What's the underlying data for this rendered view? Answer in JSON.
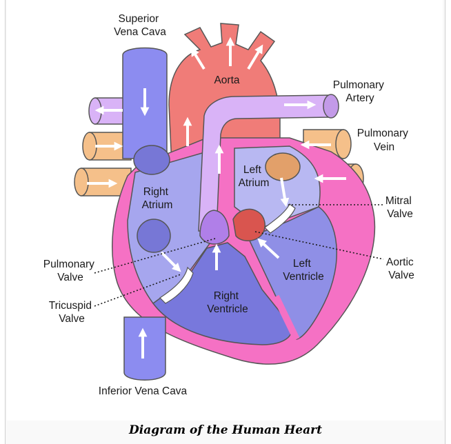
{
  "caption": "Diagram of the Human Heart",
  "labels": {
    "superior_vena_cava": [
      "Superior",
      "Vena Cava"
    ],
    "aorta": "Aorta",
    "pulmonary_artery": [
      "Pulmonary",
      "Artery"
    ],
    "pulmonary_vein": [
      "Pulmonary",
      "Vein"
    ],
    "left_atrium": [
      "Left",
      "Atrium"
    ],
    "right_atrium": [
      "Right",
      "Atrium"
    ],
    "mitral_valve": [
      "Mitral",
      "Valve"
    ],
    "pulmonary_valve": [
      "Pulmonary",
      "Valve"
    ],
    "aortic_valve": [
      "Aortic",
      "Valve"
    ],
    "left_ventricle": [
      "Left",
      "Ventricle"
    ],
    "tricuspid_valve": [
      "Tricuspid",
      "Valve"
    ],
    "right_ventricle": [
      "Right",
      "Ventricle"
    ],
    "inferior_vena_cava": "Inferior Vena Cava"
  },
  "colors": {
    "vena_cava": "#8c8cf0",
    "aorta": "#f07c78",
    "pulmonary_artery": "#d9b3f7",
    "pulmonary_vein": "#f5c08a",
    "heart_wall": "#f571c4",
    "right_chambers": "#a6a6ee",
    "left_chambers": "#8f8fe6",
    "valve_purple": "#b07fe8",
    "valve_red": "#d9554f"
  }
}
